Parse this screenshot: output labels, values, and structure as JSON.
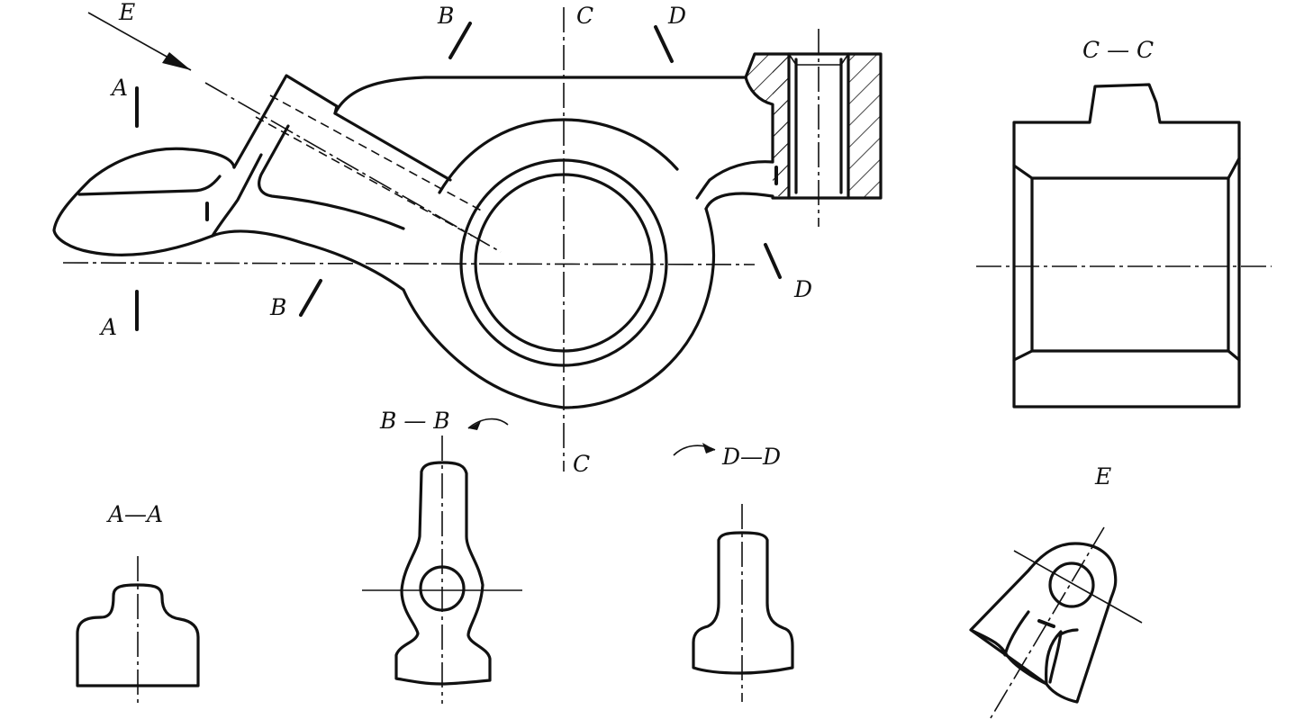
{
  "labels": {
    "main": {
      "E": "E",
      "A_top": "A",
      "A_bottom": "A",
      "B_top": "B",
      "B_bottom": "B",
      "C_top": "C",
      "C_bottom": "C",
      "D_top": "D",
      "D_bottom": "D"
    },
    "sections": {
      "cc": "C — C",
      "aa": "A—A",
      "bb": "B — B",
      "dd": "D—D",
      "e": "E"
    }
  },
  "colors": {
    "line": "#111111",
    "background": "#ffffff"
  }
}
